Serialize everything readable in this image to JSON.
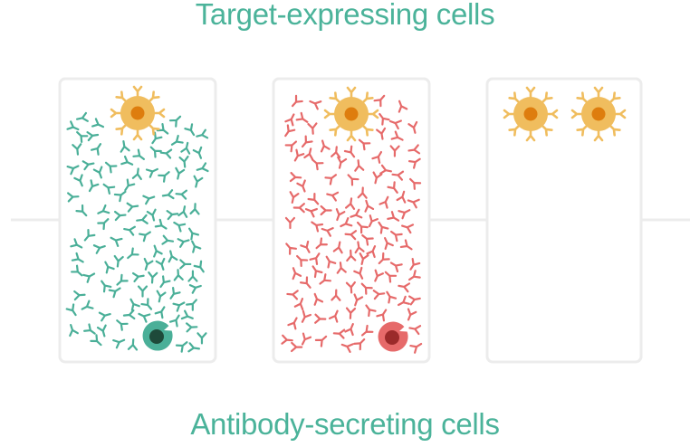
{
  "labels": {
    "top": "Target-expressing cells",
    "bottom": "Antibody-secreting cells"
  },
  "colors": {
    "title": "#4bb39a",
    "teal": "#4aaf98",
    "teal_dark": "#1e4a3a",
    "red": "#e66a6a",
    "red_dark": "#9b2a2a",
    "target_body": "#f0bd5e",
    "target_nucleus": "#de7d0e",
    "panel_border": "#ececec",
    "line": "#ececec"
  },
  "panels": [
    {
      "name": "panel-teal",
      "antibody_color": "teal",
      "targets": 1,
      "secreting_cell": "teal"
    },
    {
      "name": "panel-red",
      "antibody_color": "red",
      "targets": 1,
      "secreting_cell": "red"
    },
    {
      "name": "panel-empty",
      "antibody_color": null,
      "targets": 2,
      "secreting_cell": null
    }
  ]
}
